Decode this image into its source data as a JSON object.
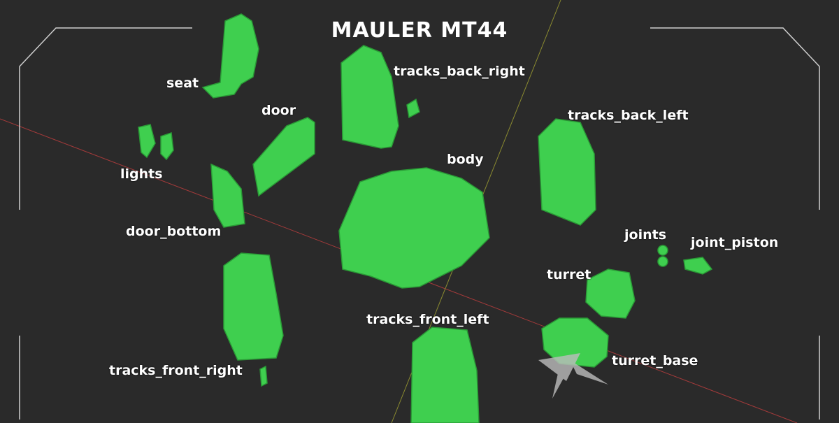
{
  "title": "MAULER MT44",
  "labels": {
    "seat": "seat",
    "door": "door",
    "lights": "lights",
    "door_bottom": "door_bottom",
    "tracks_back_right": "tracks_back_right",
    "tracks_back_left": "tracks_back_left",
    "body": "body",
    "joints": "joints",
    "joint_piston": "joint_piston",
    "turret": "turret",
    "tracks_front_left": "tracks_front_left",
    "turret_base": "turret_base",
    "tracks_front_right": "tracks_front_right"
  },
  "colors": {
    "part": "#3fcf4f",
    "part_dark": "#2a9a36",
    "background": "#2a2a2a",
    "x_axis": "#a33a3a",
    "y_axis": "#8a8a30",
    "frame": "#cfcfcf"
  }
}
